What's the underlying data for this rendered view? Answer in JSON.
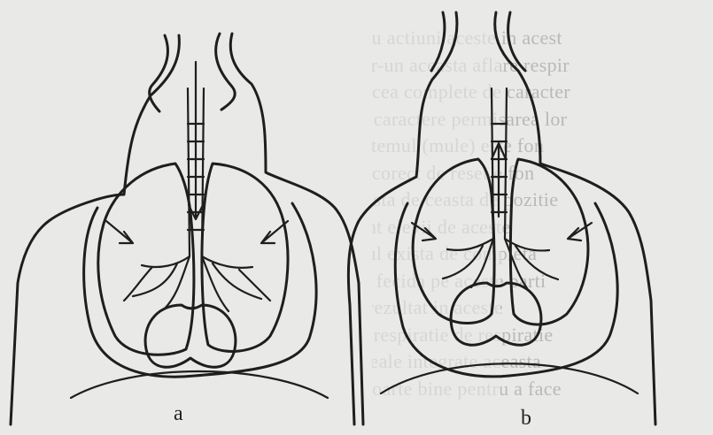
{
  "figure": {
    "labels": {
      "left": "a",
      "right": "b"
    }
  },
  "background_text": [
    "aredinatitul eu actiuni aceste in acest",
    "levaza. Dinstr-un aceasta aflare respir",
    "tracie tot in acea complete de caracter",
    "le vremea de caractere permisarea lor",
    "si curent rapitemul (mule) este fon",
    "tana. In mod corect de reset e fon",
    "r. Nu noi reinsta de ceasta de pozitie",
    "ajuta care sunt elevii de aceste",
    "elom in cadrul exista de completa",
    "arte care este fecida pe aceste parti",
    "si gaseste la rezultat in aceste",
    "el numele de respiratie de respiratie",
    "complete si reale integrate aceasta",
    "aceasta este foarte bine pentru a face"
  ]
}
